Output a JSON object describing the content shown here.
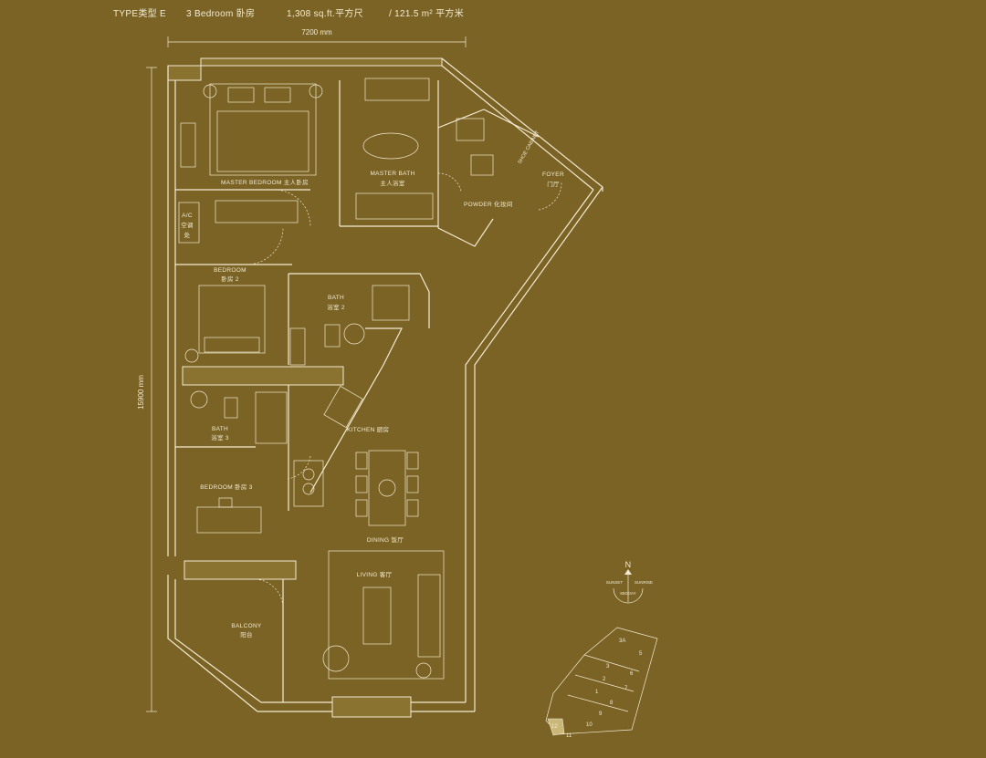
{
  "header": {
    "type": "TYPE类型 E",
    "bedrooms": "3 Bedroom 卧房",
    "area_sqft": "1,308 sq.ft.平方尺",
    "area_sqm": "/ 121.5 m² 平方米"
  },
  "dimensions": {
    "width": "7200 mm",
    "height": "15900 mm"
  },
  "rooms": {
    "master_bedroom": "MASTER BEDROOM 主人卧房",
    "master_bath_en": "MASTER BATH",
    "master_bath_cn": "主人浴室",
    "foyer_en": "FOYER",
    "foyer_cn": "门厅",
    "shoe_cabinet": "SHOE CABINET",
    "powder": "POWDER 化妆间",
    "ac_en": "A/C",
    "ac_cn1": "空调",
    "ac_cn2": "处",
    "bedroom2_en": "BEDROOM",
    "bedroom2_cn": "卧房 2",
    "bath2_en": "BATH",
    "bath2_cn": "浴室 2",
    "bath3_en": "BATH",
    "bath3_cn": "浴室 3",
    "kitchen": "KITCHEN 厨房",
    "bedroom3": "BEDROOM 卧房 3",
    "dining": "DINING 饭厅",
    "living": "LIVING 客厅",
    "balcony_en": "BALCONY",
    "balcony_cn": "阳台"
  },
  "compass": {
    "north": "N",
    "sunset": "SUNSET",
    "sunrise": "SUNRISE",
    "midday": "MIDDAY"
  },
  "key_plan": {
    "units": [
      "3A",
      "5",
      "3",
      "6",
      "2",
      "7",
      "1",
      "8",
      "9",
      "10",
      "11",
      "12"
    ],
    "highlighted_unit": "12"
  }
}
